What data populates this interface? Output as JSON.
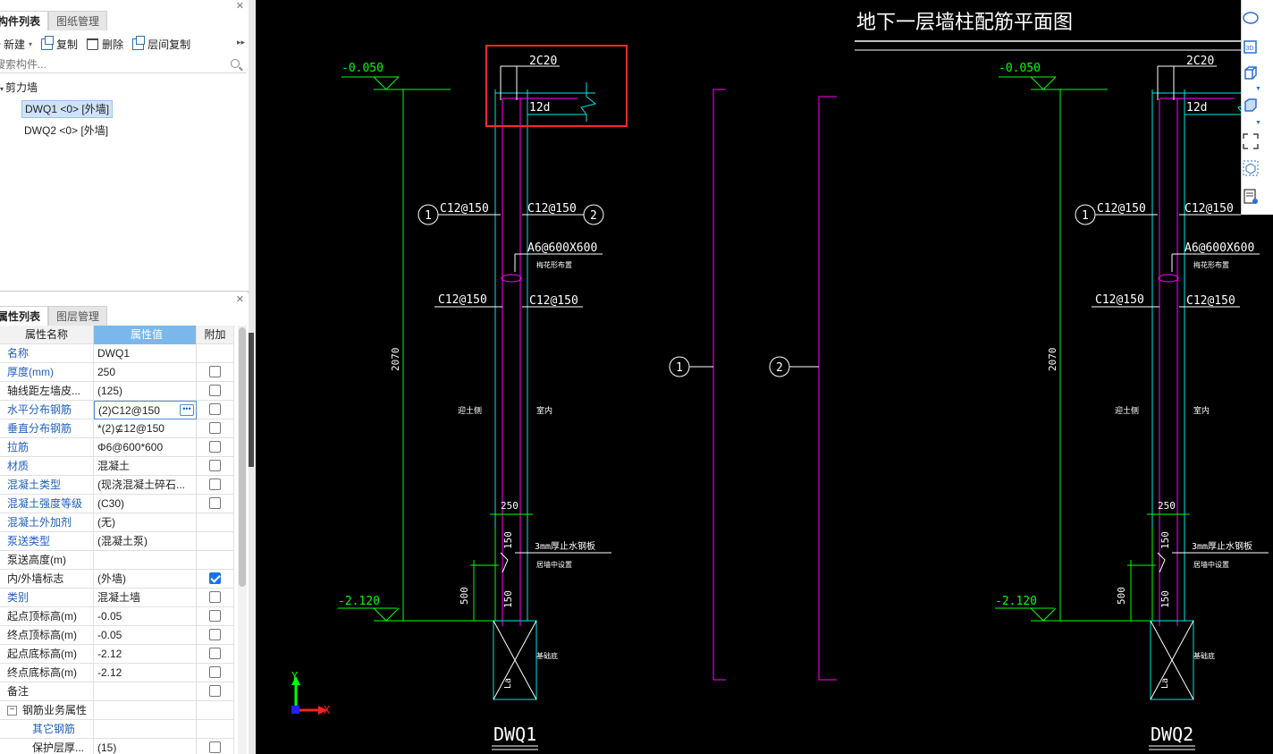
{
  "component_panel": {
    "tabs": [
      "构件列表",
      "图纸管理"
    ],
    "toolbar": {
      "new": "新建",
      "copy": "复制",
      "delete": "删除",
      "floor_copy": "层间复制"
    },
    "search_placeholder": "搜索构件...",
    "tree": {
      "group": "剪力墙",
      "items": [
        "DWQ1 <0> [外墙]",
        "DWQ2 <0> [外墙]"
      ],
      "selected": 0
    }
  },
  "property_panel": {
    "tabs": [
      "属性列表",
      "图层管理"
    ],
    "headers": [
      "属性名称",
      "属性值",
      "附加"
    ],
    "rows": [
      {
        "name": "名称",
        "value": "DWQ1",
        "blue": true,
        "check": null
      },
      {
        "name": "厚度(mm)",
        "value": "250",
        "blue": true,
        "check": false
      },
      {
        "name": "轴线距左墙皮...",
        "value": "(125)",
        "blue": false,
        "check": false
      },
      {
        "name": "水平分布钢筋",
        "value": "(2)C12@150",
        "blue": true,
        "check": false,
        "editing": true
      },
      {
        "name": "垂直分布钢筋",
        "value": "*(2)⊈12@150",
        "blue": true,
        "check": false
      },
      {
        "name": "拉筋",
        "value": "Φ6@600*600",
        "blue": true,
        "check": false
      },
      {
        "name": "材质",
        "value": "混凝土",
        "blue": true,
        "check": false
      },
      {
        "name": "混凝土类型",
        "value": "(现浇混凝土碎石...",
        "blue": true,
        "check": false
      },
      {
        "name": "混凝土强度等级",
        "value": "(C30)",
        "blue": true,
        "check": false
      },
      {
        "name": "混凝土外加剂",
        "value": "(无)",
        "blue": true,
        "check": null
      },
      {
        "name": "泵送类型",
        "value": "(混凝土泵)",
        "blue": true,
        "check": null
      },
      {
        "name": "泵送高度(m)",
        "value": "",
        "blue": false,
        "check": null
      },
      {
        "name": "内/外墙标志",
        "value": "(外墙)",
        "blue": false,
        "check": true
      },
      {
        "name": "类别",
        "value": "混凝土墙",
        "blue": true,
        "check": false
      },
      {
        "name": "起点顶标高(m)",
        "value": "-0.05",
        "blue": false,
        "check": false
      },
      {
        "name": "终点顶标高(m)",
        "value": "-0.05",
        "blue": false,
        "check": false
      },
      {
        "name": "起点底标高(m)",
        "value": "-2.12",
        "blue": false,
        "check": false
      },
      {
        "name": "终点底标高(m)",
        "value": "-2.12",
        "blue": false,
        "check": false
      },
      {
        "name": "备注",
        "value": "",
        "blue": false,
        "check": false
      },
      {
        "name": "钢筋业务属性",
        "value": "",
        "blue": false,
        "check": null,
        "group": true
      },
      {
        "name": "其它钢筋",
        "value": "",
        "blue": true,
        "check": null,
        "indent": true
      },
      {
        "name": "保护层厚...",
        "value": "(15)",
        "blue": false,
        "check": false,
        "indent": true
      }
    ]
  },
  "drawing": {
    "title": "地下一层墙柱配筋平面图",
    "elev_top": "-0.050",
    "elev_bottom": "-2.120",
    "height_dim": "2070",
    "top_rebar": "2C20",
    "anchor": "12d",
    "horiz_left": "C12@150",
    "horiz_right": "C12@150",
    "tie": "A6@600X600",
    "tie_note": "梅花形布置",
    "wall_width": "250",
    "dim_150a": "150",
    "dim_150b": "150",
    "dim_500": "500",
    "waterstop": "3mm厚止水钢板",
    "waterstop_note": "居墙中设置",
    "base_note": "基础底",
    "inner_label": "迎土侧",
    "outer_label": "室内",
    "circle1": "1",
    "circle2": "2",
    "name1": "DWQ1",
    "name2": "DWQ2",
    "axis_x": "X",
    "axis_y": "Y",
    "la": "La",
    "colors": {
      "green": "#00ff00",
      "cyan": "#00e5e5",
      "magenta": "#ff00ff",
      "white": "#ffffff",
      "red": "#ff2a2a"
    }
  }
}
